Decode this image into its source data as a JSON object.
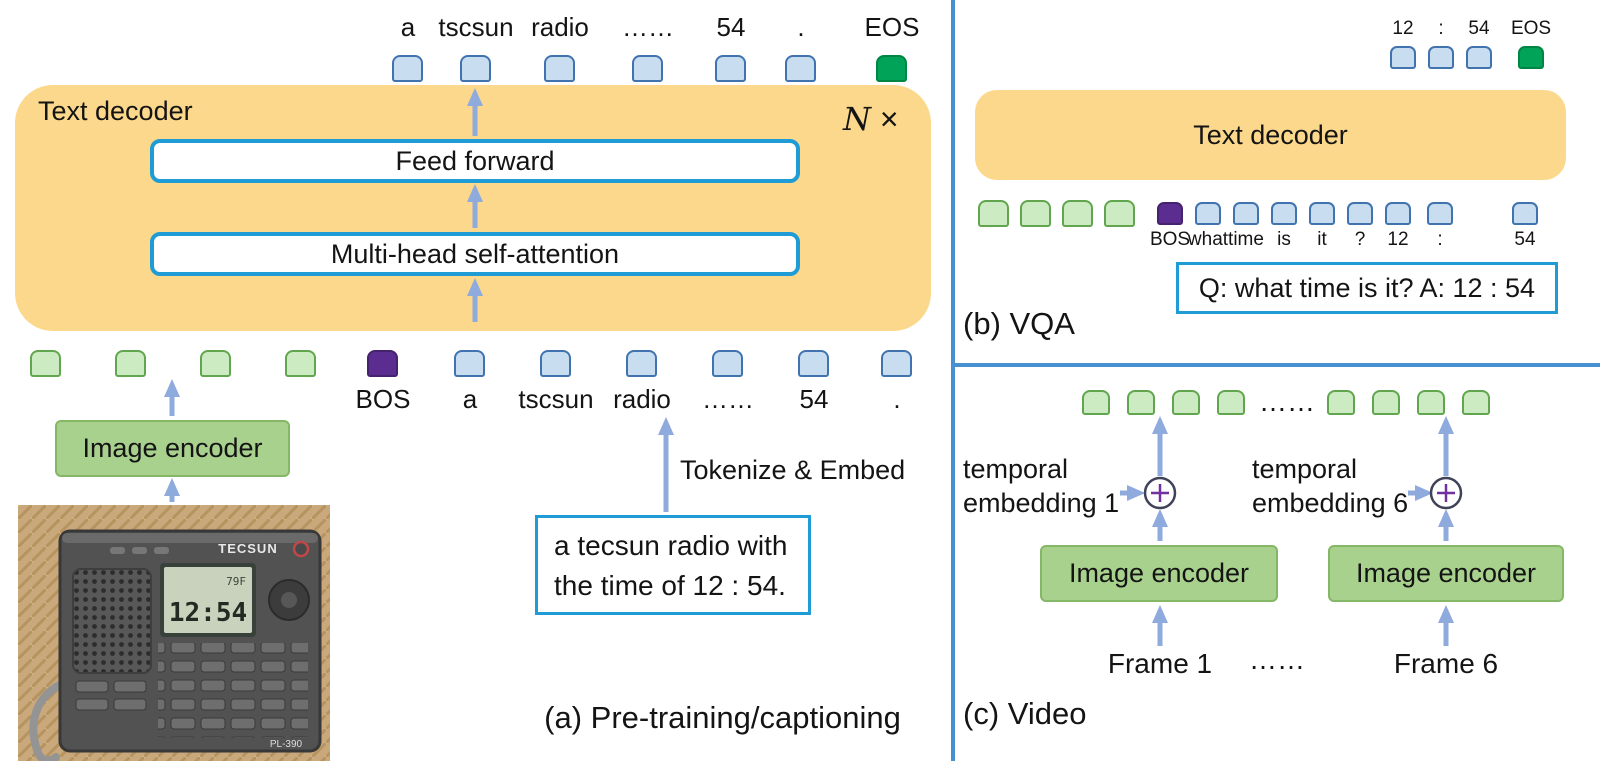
{
  "panel_a": {
    "output_labels": [
      "a",
      "tscsun",
      "radio",
      "……",
      "54",
      ".",
      "EOS"
    ],
    "decoder_label": "Text decoder",
    "n_letter": "N",
    "n_times": "×",
    "ff_label": "Feed forward",
    "mhsa_label": "Multi-head self-attention",
    "input_labels": [
      "BOS",
      "a",
      "tscsun",
      "radio",
      "……",
      "54",
      "."
    ],
    "image_encoder_label": "Image encoder",
    "tokenize_label": "Tokenize & Embed",
    "caption_box": {
      "line1": "a tecsun radio with",
      "line2": "the time of 12 : 54."
    },
    "caption": "(a) Pre-training/captioning",
    "radio": {
      "brand": "TECSUN",
      "display_time": "12:54",
      "display_temp": "79F",
      "model": "PL-390"
    }
  },
  "panel_b": {
    "output_labels": [
      "12",
      ":",
      "54",
      "EOS"
    ],
    "decoder_label": "Text decoder",
    "input_labels": [
      "BOS",
      "what",
      "time",
      "is",
      "it",
      "?",
      "12",
      ":",
      "54"
    ],
    "qa_text": "Q: what time is it? A: 12 : 54",
    "caption": "(b) VQA"
  },
  "panel_c": {
    "temporal_1": {
      "line1": "temporal",
      "line2": "embedding 1"
    },
    "temporal_6": {
      "line1": "temporal",
      "line2": "embedding 6"
    },
    "encoder_label": "Image encoder",
    "frame_1": "Frame 1",
    "frames_dots": "……",
    "frame_6": "Frame 6",
    "tokens_dots": "……",
    "caption": "(c) Video"
  },
  "colors": {
    "decoder_fill": "#FCD88C",
    "box_border_blue": "#1F9CD6",
    "token_blue": "#C9DDF1",
    "token_green": "#CDEBC2",
    "token_eos": "#00A357",
    "token_bos": "#5C2D91",
    "encoder_green": "#A9D18E",
    "arrow": "#8FAADC",
    "divider": "#4791D2"
  }
}
